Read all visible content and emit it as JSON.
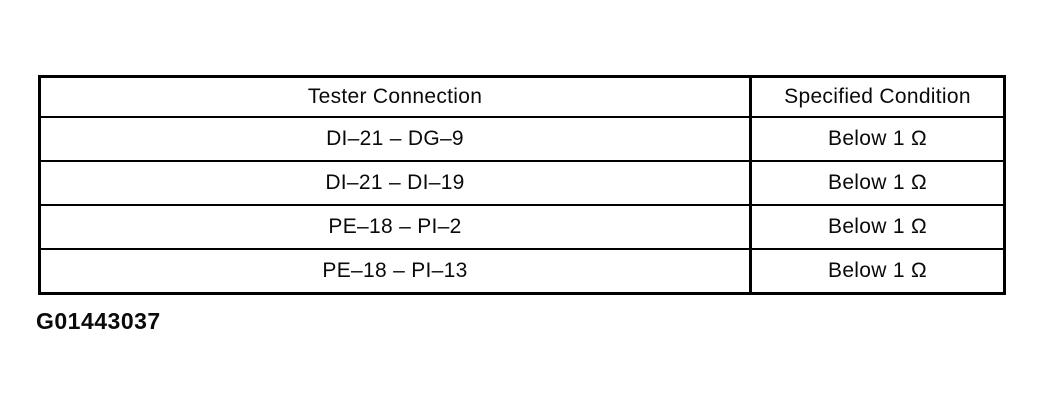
{
  "table": {
    "columns": [
      {
        "label": "Tester Connection"
      },
      {
        "label": "Specified Condition"
      }
    ],
    "rows": [
      {
        "connection": "DI–21 – DG–9",
        "condition": "Below 1 Ω"
      },
      {
        "connection": "DI–21 – DI–19",
        "condition": "Below 1 Ω"
      },
      {
        "connection": "PE–18 – PI–2",
        "condition": "Below 1 Ω"
      },
      {
        "connection": "PE–18 – PI–13",
        "condition": "Below 1 Ω"
      }
    ]
  },
  "figure_id": "G01443037",
  "colors": {
    "ink": "#0a0a0a",
    "paper": "#ffffff"
  }
}
